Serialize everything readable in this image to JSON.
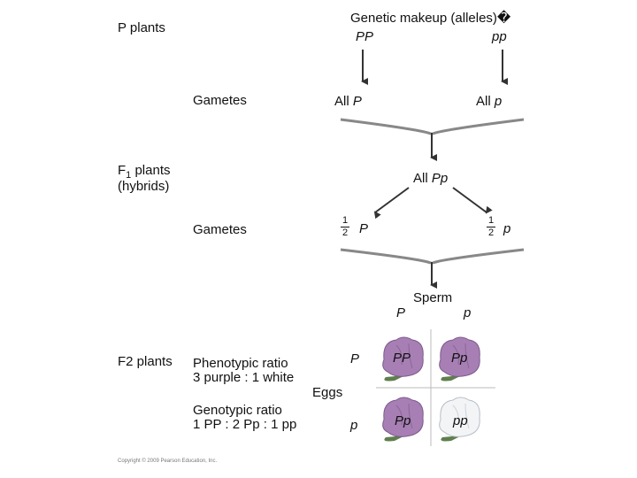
{
  "p_generation": {
    "row_label": "P plants",
    "header": "Genetic makeup (alleles)�",
    "left_genotype": "PP",
    "right_genotype": "pp"
  },
  "p_gametes": {
    "row_label": "Gametes",
    "left": {
      "prefix": "All",
      "allele": "P"
    },
    "right": {
      "prefix": "All",
      "allele": "p"
    }
  },
  "f1_generation": {
    "row_label_main": "F",
    "row_label_sub": "1",
    "row_label_rest": " plants",
    "row_label_line2": "(hybrids)",
    "result_prefix": "All",
    "result_genotype": "Pp"
  },
  "f1_gametes": {
    "row_label": "Gametes",
    "left": {
      "num": "1",
      "den": "2",
      "allele": "P"
    },
    "right": {
      "num": "1",
      "den": "2",
      "allele": "p"
    }
  },
  "punnett": {
    "sperm_label": "Sperm",
    "sperm_alleles": [
      "P",
      "p"
    ],
    "eggs_label": "Eggs",
    "egg_alleles": [
      "P",
      "p"
    ],
    "cells": [
      {
        "genotype": "PP",
        "color": "#a77fb4"
      },
      {
        "genotype": "Pp",
        "color": "#a77fb4"
      },
      {
        "genotype": "Pp",
        "color": "#a77fb4"
      },
      {
        "genotype": "pp",
        "color": "#f2f4f6"
      }
    ]
  },
  "f2_generation": {
    "row_label": "F2 plants",
    "phenotypic_title": "Phenotypic ratio",
    "phenotypic_value": "3 purple : 1 white",
    "genotypic_title": "Genotypic ratio",
    "genotypic_value": "1 PP : 2 Pp : 1 pp"
  },
  "footer": {
    "copyright": "Copyright © 2009 Pearson Education, Inc."
  },
  "colors": {
    "purple_petal": "#a77fb4",
    "white_petal": "#f2f4f6",
    "leaf_green": "#5f7f4e",
    "line_gray": "#666666"
  }
}
